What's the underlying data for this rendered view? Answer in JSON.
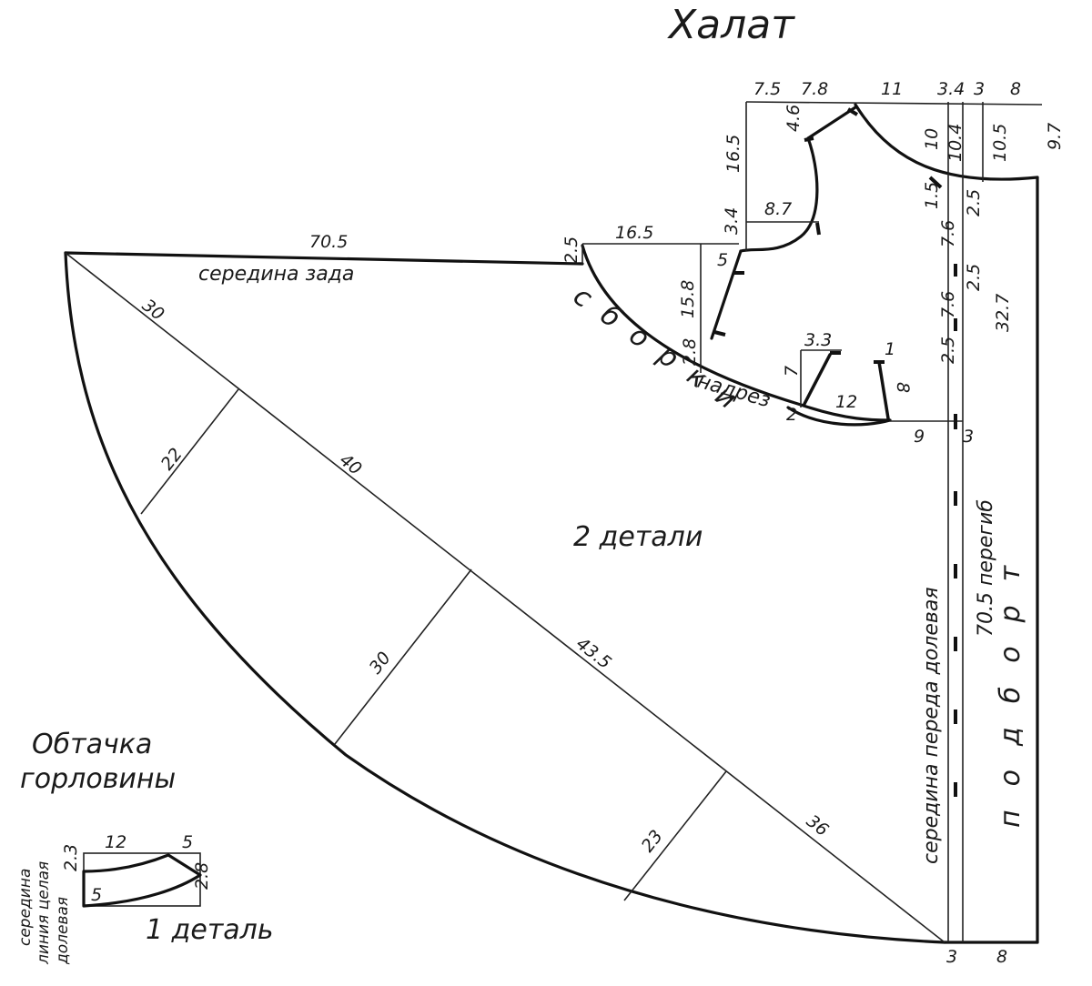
{
  "title": "Халат",
  "pieces": {
    "main_count": "2 детали",
    "facing_title_line1": "Обтачка",
    "facing_title_line2": "горловины",
    "facing_count": "1 деталь"
  },
  "labels": {
    "back_center": "середина зада",
    "side_seam": "сборки",
    "notch": "надрез",
    "front_center": "середина переда долевая",
    "fold": "70.5 перегиб",
    "hem": "подборт",
    "facing_side1": "середина",
    "facing_side2": "линия целая",
    "facing_side3": "долевая"
  },
  "dimensions": {
    "top_7_5": "7.5",
    "top_7_8": "7.8",
    "top_11": "11",
    "top_3_4": "3.4",
    "top_3": "3",
    "top_8": "8",
    "v_9_7": "9.7",
    "v_16_5": "16.5",
    "v_4_6": "4.6",
    "v_10": "10",
    "v_10_4": "10.4",
    "v_10_5": "10.5",
    "v_1_5": "1.5",
    "v_2_5a": "2.5",
    "v_7_6a": "7.6",
    "v_2_5b": "2.5",
    "v_7_6b": "7.6",
    "v_2_5c": "2.5",
    "v_32_7": "32.7",
    "h_8_7": "8.7",
    "v_3_4": "3.4",
    "v_2_5_left": "2.5",
    "h_16_5": "16.5",
    "v_5": "5",
    "v_15_8": "15.8",
    "h_70_5": "70.5",
    "v_2_8": "2.8",
    "h_3_3": "3.3",
    "v_7": "7",
    "h_1": "1",
    "v_8": "8",
    "h_12": "12",
    "v_2": "2",
    "h_9": "9",
    "h_3_right": "3",
    "d_30_top": "30",
    "d_22": "22",
    "d_40": "40",
    "d_30_mid": "30",
    "d_43_5": "43.5",
    "d_23": "23",
    "d_36": "36",
    "b_3": "3",
    "b_8": "8",
    "f_12": "12",
    "f_5_top": "5",
    "f_2_3": "2.3",
    "f_2_8": "2.8",
    "f_5_left": "5"
  }
}
